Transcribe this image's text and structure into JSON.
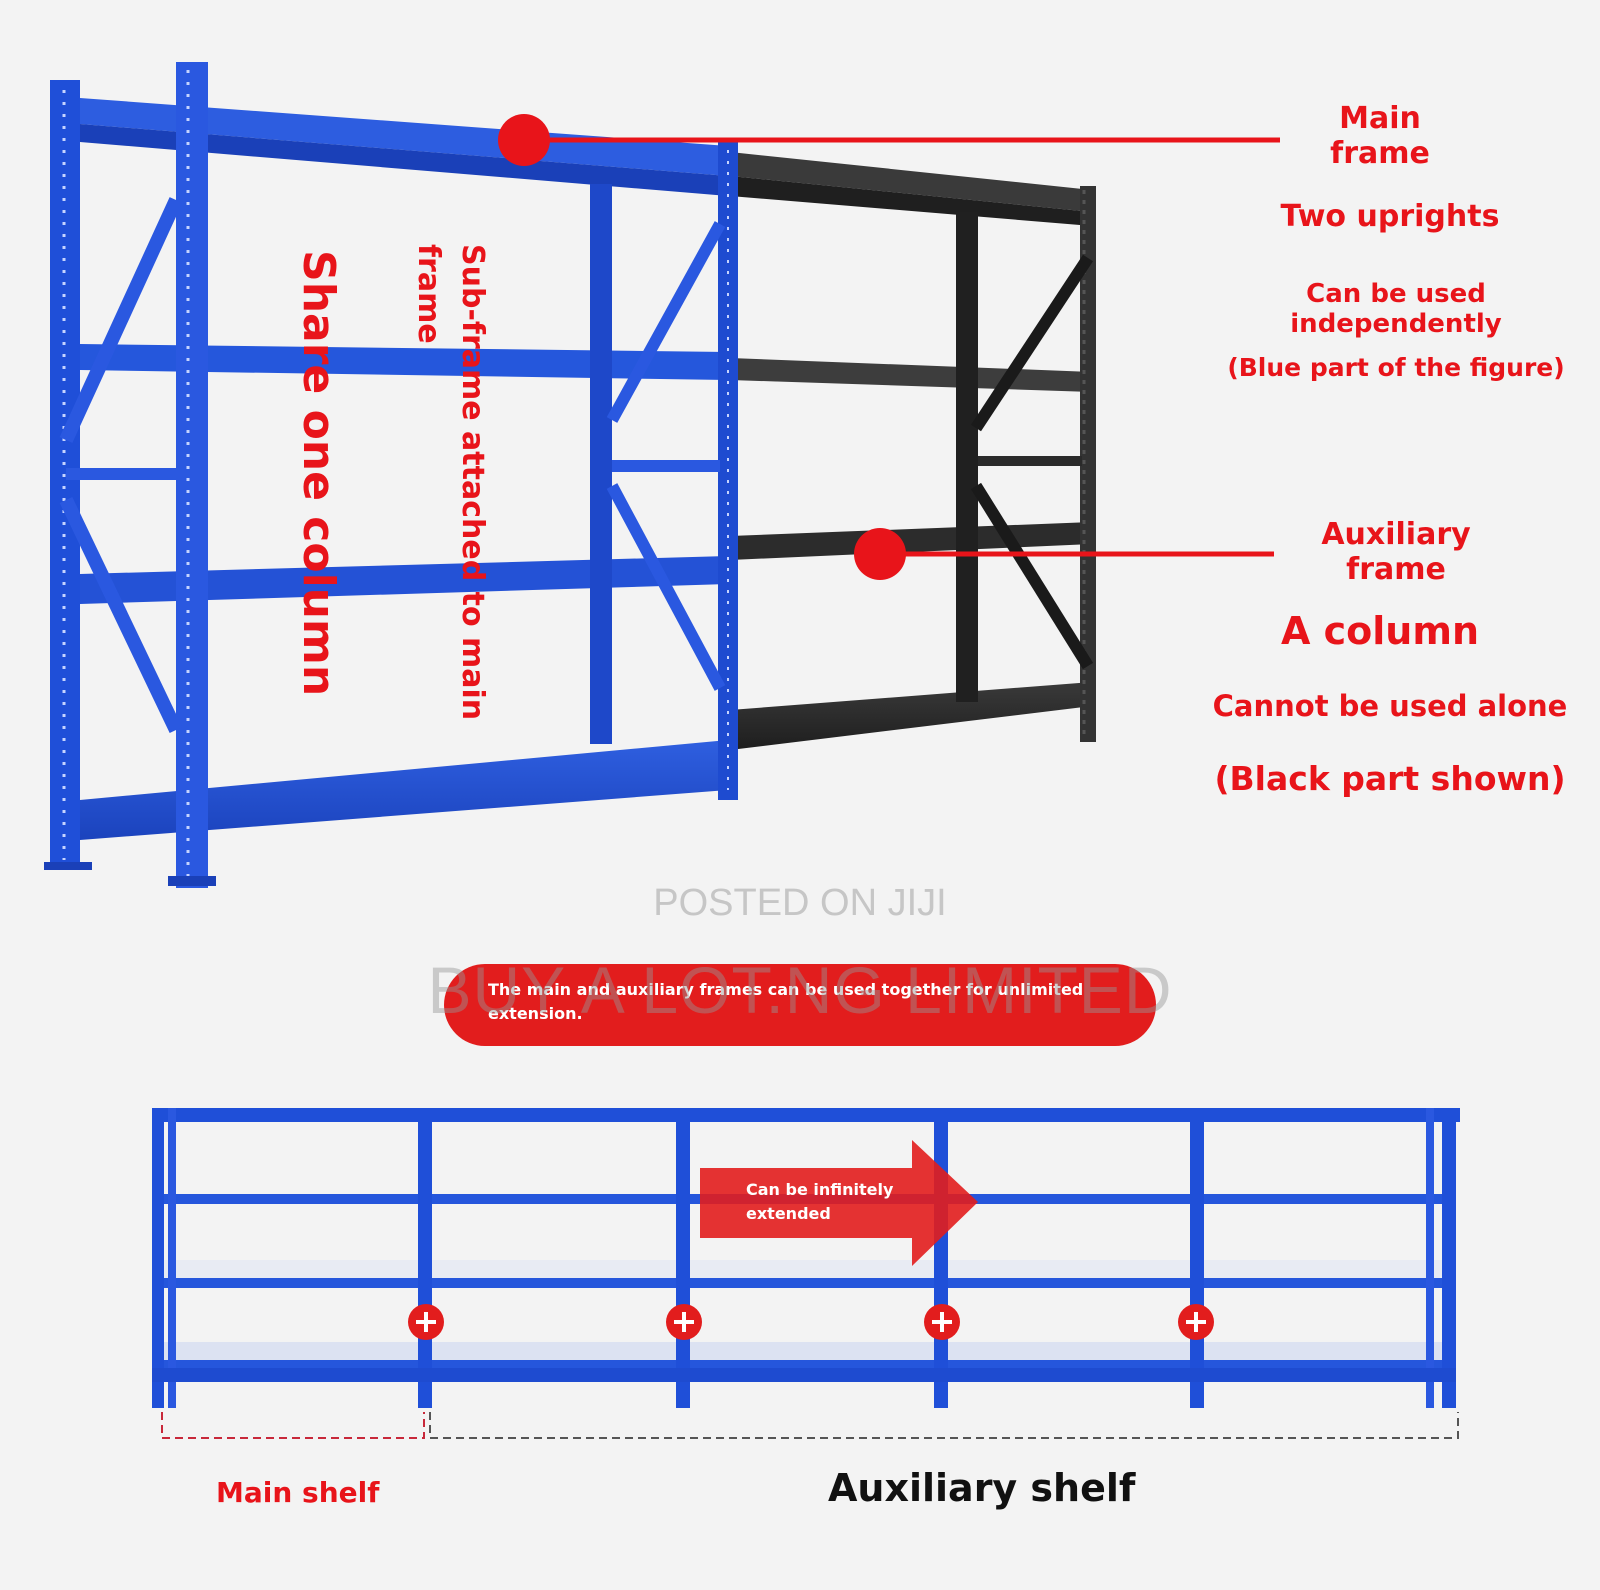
{
  "callouts": {
    "main_frame": "Main\nframe",
    "two_uprights": "Two uprights",
    "can_be_used_independently": "Can be used independently",
    "blue_part": "(Blue part of the figure)",
    "auxiliary_frame": "Auxiliary\nframe",
    "a_column": "A column",
    "cannot_be_used_alone": "Cannot be used alone",
    "black_part": "(Black part shown)"
  },
  "vertical_labels": {
    "share_one_column": "Share one column",
    "sub_frame_line1": "Sub-frame attached to main",
    "sub_frame_line2": "frame"
  },
  "banner": {
    "text": "The main and auxiliary frames can be used together for unlimited extension."
  },
  "extension_arrow": {
    "text": "Can be infinitely extended"
  },
  "bottom_labels": {
    "main_shelf": "Main shelf",
    "auxiliary_shelf": "Auxiliary shelf"
  },
  "watermarks": {
    "posted": "POSTED ON JIJI",
    "seller": "BUY A LOT.NG LIMITED"
  },
  "colors": {
    "main_frame_blue": "#1f4fd8",
    "auxiliary_frame_black": "#2a2a2a",
    "callout_red": "#e8141a",
    "background": "#f3f3f3"
  }
}
